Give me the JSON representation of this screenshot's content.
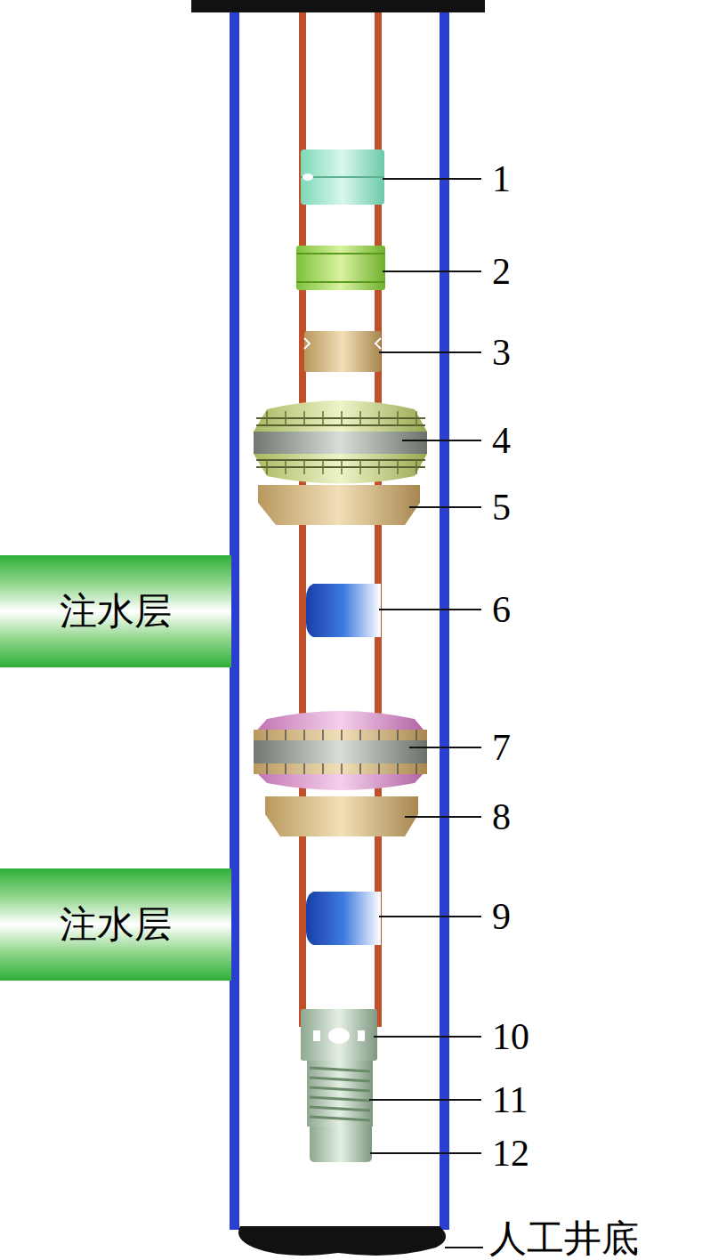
{
  "diagram": {
    "nodes": [
      {
        "text": [
          "注水层"
        ]
      },
      {
        "text": [
          "注水层"
        ]
      }
    ],
    "edges": [],
    "labels": [
      "1",
      "2",
      "3",
      "4",
      "5",
      "6",
      "7",
      "8",
      "9",
      "10",
      "11",
      "12",
      "人工井底"
    ]
  }
}
